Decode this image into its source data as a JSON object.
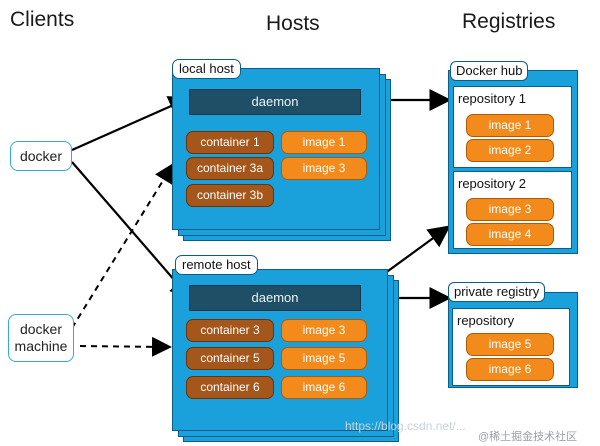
{
  "columns": {
    "clients": "Clients",
    "hosts": "Hosts",
    "registries": "Registries"
  },
  "clients": {
    "docker": "docker",
    "docker_machine": "docker\nmachine"
  },
  "local_host": {
    "label": "local host",
    "daemon": "daemon",
    "containers": [
      "container 1",
      "container 3a",
      "container 3b"
    ],
    "images": [
      "image 1",
      "image 3"
    ]
  },
  "remote_host": {
    "label": "remote host",
    "daemon": "daemon",
    "containers": [
      "container 3",
      "container 5",
      "container 6"
    ],
    "images": [
      "image 3",
      "image 5",
      "image 6"
    ]
  },
  "docker_hub": {
    "label": "Docker hub",
    "repositories": [
      {
        "title": "repository 1",
        "images": [
          "image 1",
          "image 2"
        ]
      },
      {
        "title": "repository 2",
        "images": [
          "image 3",
          "image 4"
        ]
      }
    ]
  },
  "private_registry": {
    "label": "private registry",
    "repository": {
      "title": "repository",
      "images": [
        "image 5",
        "image 6"
      ]
    }
  },
  "watermarks": {
    "url": "https://blog.csdn.net/...",
    "community": "@稀土掘金技术社区"
  },
  "colors": {
    "host_blue": "#1aa0db",
    "daemon_navy": "#1f4e67",
    "container_brown": "#a5561a",
    "image_orange": "#f28b1b"
  }
}
